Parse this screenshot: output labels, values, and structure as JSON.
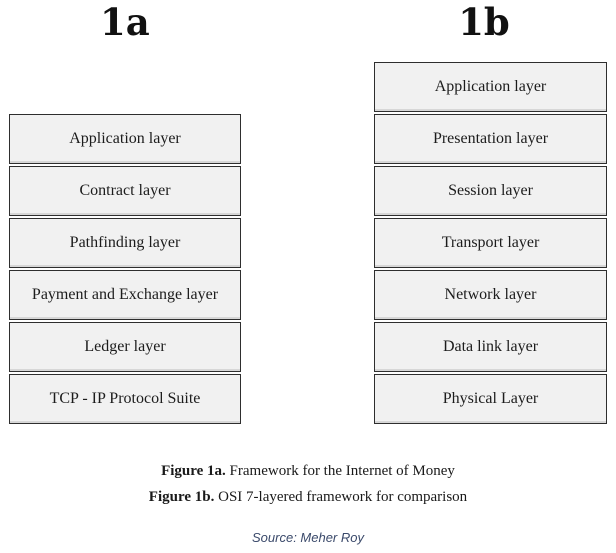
{
  "diagram_1a": {
    "heading": "1a",
    "layers": [
      "Application layer",
      "Contract layer",
      "Pathfinding layer",
      "Payment and Exchange layer",
      "Ledger layer",
      "TCP - IP Protocol Suite"
    ]
  },
  "diagram_1b": {
    "heading": "1b",
    "layers": [
      "Application layer",
      "Presentation layer",
      "Session layer",
      "Transport layer",
      "Network layer",
      "Data link layer",
      "Physical Layer"
    ]
  },
  "captions": {
    "fig1a_label": "Figure 1a.",
    "fig1a_text": "Framework for the Internet of Money",
    "fig1b_label": "Figure 1b.",
    "fig1b_text": "OSI 7-layered framework for comparison"
  },
  "source": "Source: Meher Roy"
}
